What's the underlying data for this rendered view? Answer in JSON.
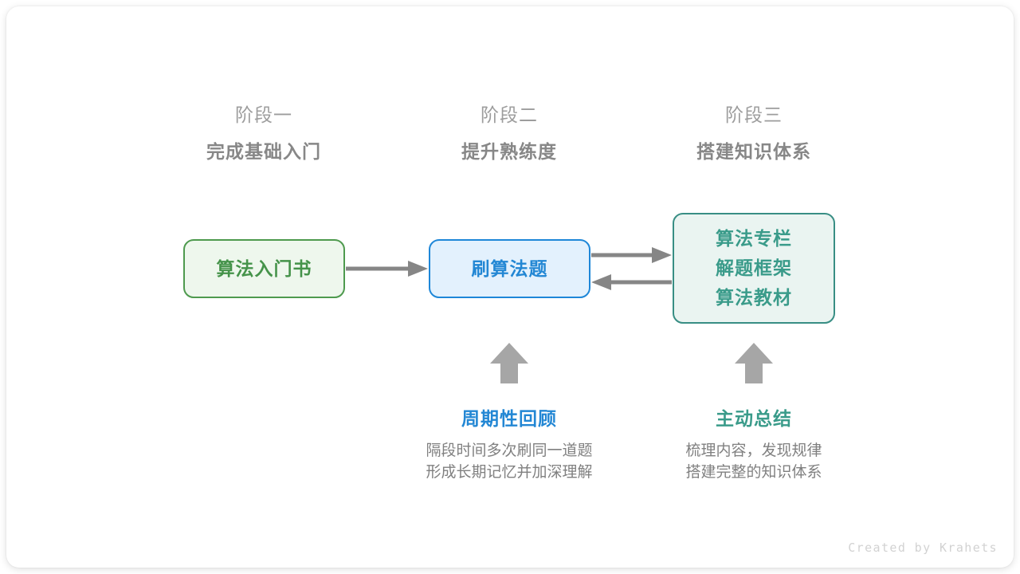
{
  "canvas": {
    "background": "#ffffff",
    "card_background": "#ffffff"
  },
  "colors": {
    "green": "#45934a",
    "green_border": "#4e9a4e",
    "green_fill": "#eef7ed",
    "blue": "#2387d4",
    "blue_border": "#1e87d8",
    "blue_fill": "#e3f1fd",
    "teal": "#3a9b8a",
    "teal_border": "#388e84",
    "teal_fill": "#eaf4f1",
    "arrow_gray": "#868686",
    "label_gray": "#9d9d9d",
    "label_gray_bold": "#878787",
    "desc_gray": "#808080",
    "credit_gray": "#d2d2d2"
  },
  "phases": [
    {
      "index": "阶段一",
      "title": "完成基础入门"
    },
    {
      "index": "阶段二",
      "title": "提升熟练度"
    },
    {
      "index": "阶段三",
      "title": "搭建知识体系"
    }
  ],
  "boxes": {
    "book": {
      "label": "算法入门书"
    },
    "practice": {
      "label": "刷算法题"
    },
    "resources": {
      "lines": [
        "算法专栏",
        "解题框架",
        "算法教材"
      ]
    }
  },
  "arrows": [
    {
      "name": "book-to-practice",
      "direction": "right"
    },
    {
      "name": "practice-to-resources",
      "direction": "right"
    },
    {
      "name": "resources-to-practice",
      "direction": "left"
    },
    {
      "name": "review-up",
      "direction": "up"
    },
    {
      "name": "summary-up",
      "direction": "up"
    }
  ],
  "notes": [
    {
      "title": "周期性回顾",
      "line1": "隔段时间多次刷同一道题",
      "line2": "形成长期记忆并加深理解"
    },
    {
      "title": "主动总结",
      "line1": "梳理内容，发现规律",
      "line2": "搭建完整的知识体系"
    }
  ],
  "credit": "Created by Krahets"
}
